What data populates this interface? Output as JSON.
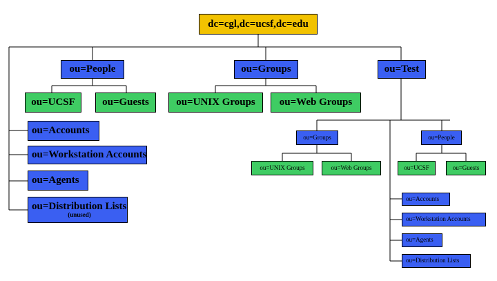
{
  "colors": {
    "root": "#f2c200",
    "organizational_unit": "#3a5ff2",
    "leaf_unit": "#3fcc63",
    "connector": "#000000"
  },
  "nodes": {
    "root": {
      "label": "dc=cgl,dc=ucsf,dc=edu"
    },
    "people": {
      "label": "ou=People"
    },
    "groups": {
      "label": "ou=Groups"
    },
    "test": {
      "label": "ou=Test"
    },
    "people_ucsf": {
      "label": "ou=UCSF"
    },
    "people_guests": {
      "label": "ou=Guests"
    },
    "groups_unix": {
      "label": "ou=UNIX Groups"
    },
    "groups_web": {
      "label": "ou=Web Groups"
    },
    "accounts": {
      "label": "ou=Accounts"
    },
    "workstation_accounts": {
      "label": "ou=Workstation Accounts"
    },
    "agents": {
      "label": "ou=Agents"
    },
    "distribution_lists": {
      "label": "ou=Distribution Lists",
      "note": "(unused)"
    },
    "test_groups": {
      "label": "ou=Groups"
    },
    "test_people": {
      "label": "ou=People"
    },
    "test_groups_unix": {
      "label": "ou=UNIX Groups"
    },
    "test_groups_web": {
      "label": "ou=Web Groups"
    },
    "test_people_ucsf": {
      "label": "ou=UCSF"
    },
    "test_people_guests": {
      "label": "ou=Guests"
    },
    "test_accounts": {
      "label": "ou=Accounts"
    },
    "test_workstation_accounts": {
      "label": "ou=Workstation Accounts"
    },
    "test_agents": {
      "label": "ou=Agents"
    },
    "test_distribution_lists": {
      "label": "ou=Distribution Lists"
    }
  }
}
